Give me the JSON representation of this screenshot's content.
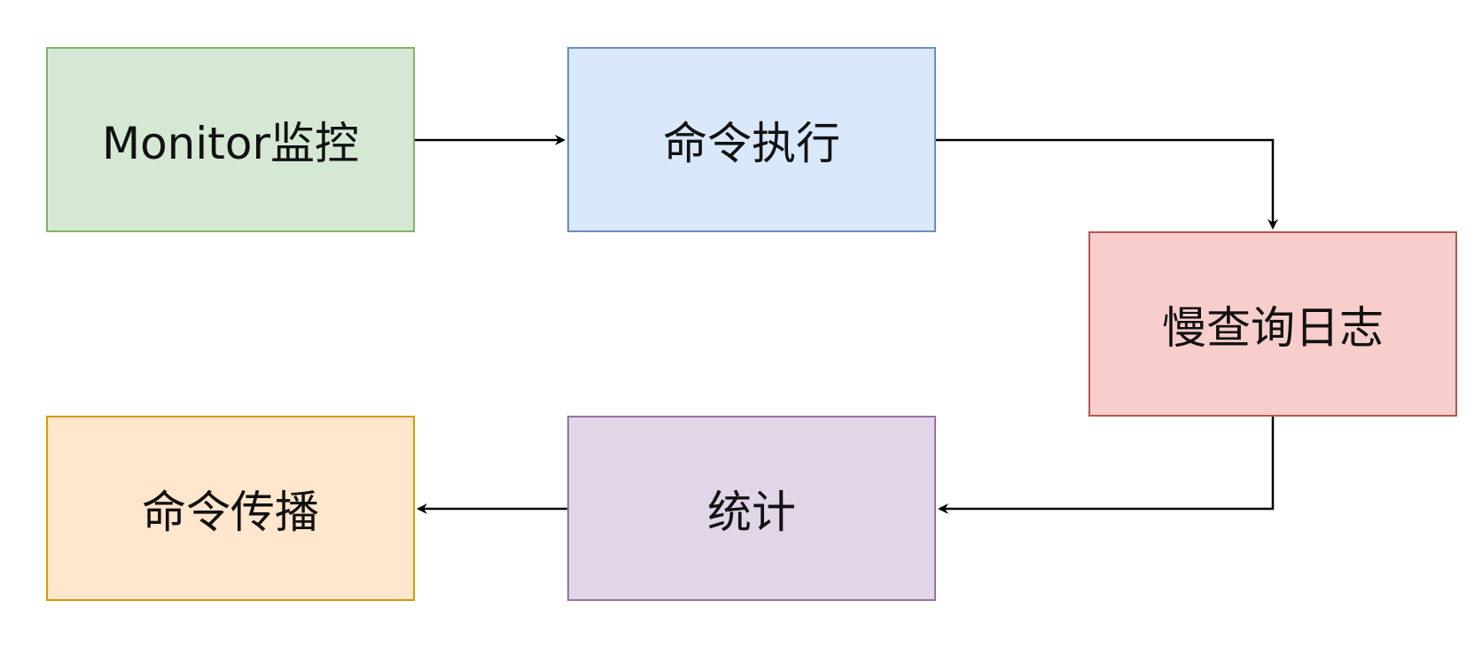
{
  "diagram": {
    "nodes": [
      {
        "id": "monitor",
        "label": "Monitor监控",
        "fill": "#d5e8d4",
        "stroke": "#82b366"
      },
      {
        "id": "exec",
        "label": "命令执行",
        "fill": "#dae8fc",
        "stroke": "#6c8ebf"
      },
      {
        "id": "slowlog",
        "label": "慢查询日志",
        "fill": "#f8cecc",
        "stroke": "#b85450"
      },
      {
        "id": "stats",
        "label": "统计",
        "fill": "#e1d5e7",
        "stroke": "#9673a6"
      },
      {
        "id": "prop",
        "label": "命令传播",
        "fill": "#ffe6cc",
        "stroke": "#d79b00"
      }
    ],
    "edges": [
      {
        "from": "monitor",
        "to": "exec"
      },
      {
        "from": "exec",
        "to": "slowlog"
      },
      {
        "from": "slowlog",
        "to": "stats"
      },
      {
        "from": "stats",
        "to": "prop"
      }
    ],
    "edge_color": "#000000"
  }
}
